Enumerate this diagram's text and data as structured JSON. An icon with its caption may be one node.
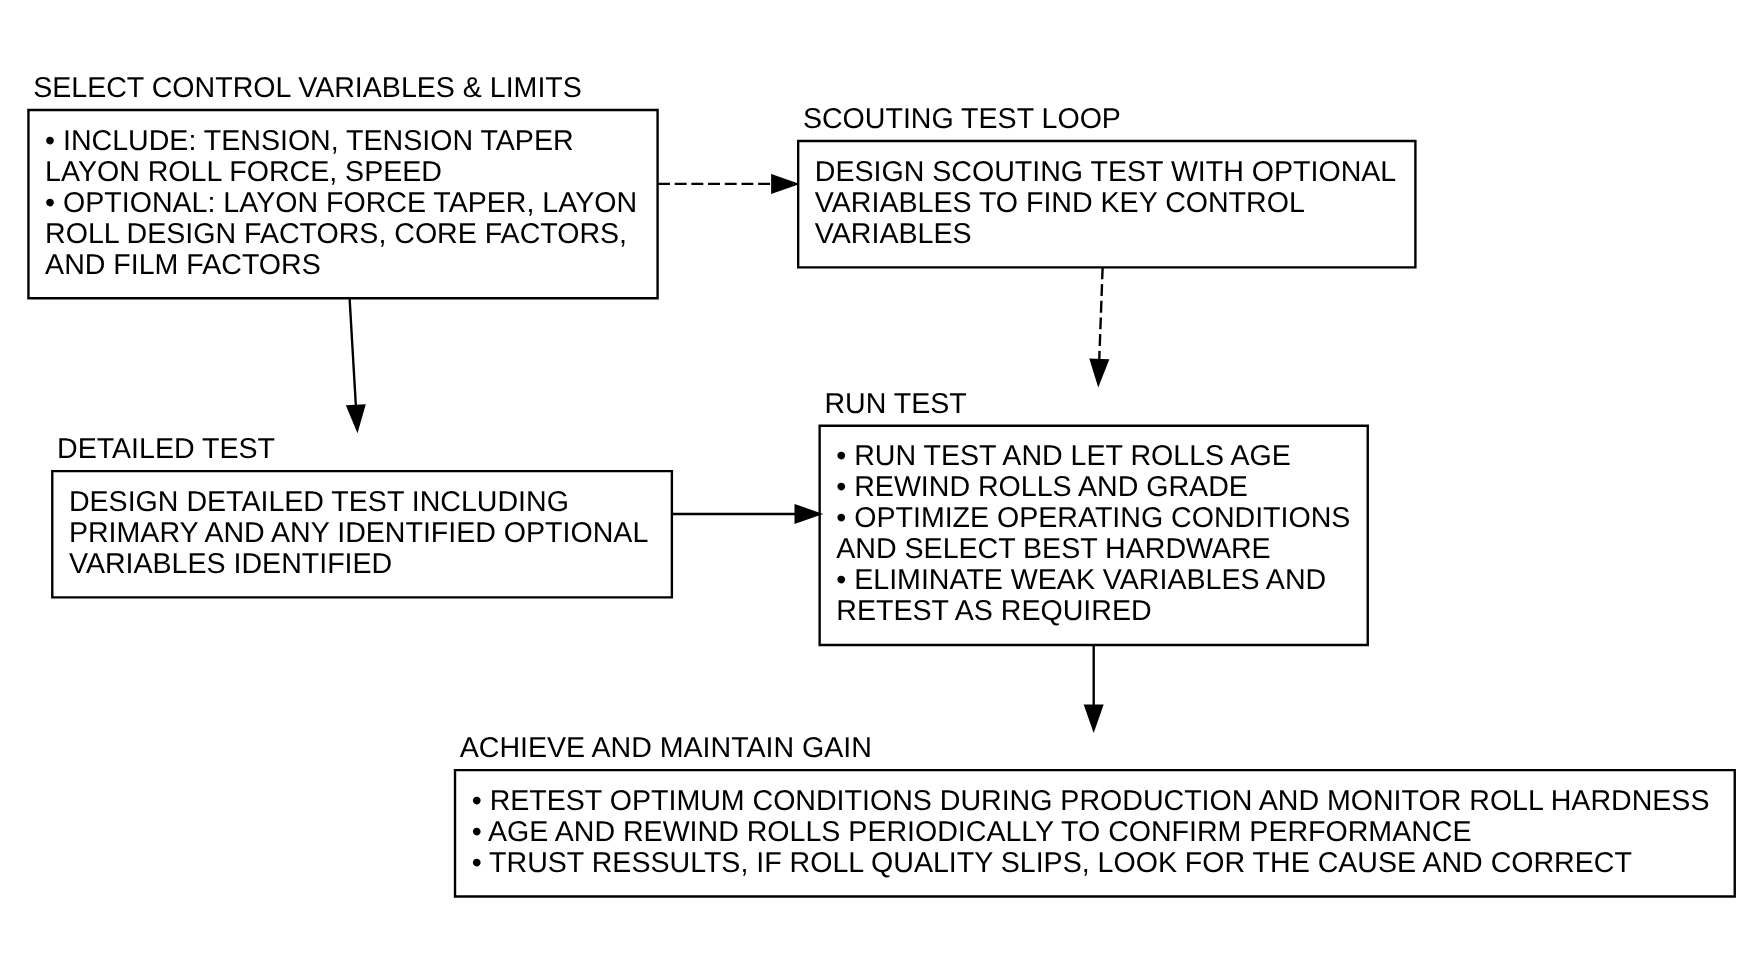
{
  "diagram": {
    "nodes": [
      {
        "text": [
          "SELECT CONTROL VARIABLES & LIMITS",
          "• INCLUDE: TENSION, TENSION TAPER LAYON ROLL FORCE, SPEED",
          "• OPTIONAL: LAYON FORCE TAPER, LAYON ROLL DESIGN FACTORS, CORE FACTORS, AND FILM FACTORS"
        ]
      },
      {
        "text": [
          "SCOUTING TEST LOOP",
          "DESIGN SCOUTING TEST WITH OPTIONAL VARIABLES TO FIND KEY CONTROL VARIABLES"
        ]
      },
      {
        "text": [
          "DETAILED TEST",
          "DESIGN DETAILED TEST INCLUDING PRIMARY AND ANY IDENTIFIED OPTIONAL VARIABLES IDENTIFIED"
        ]
      },
      {
        "text": [
          "RUN TEST",
          "• RUN TEST AND LET ROLLS AGE",
          "• REWIND ROLLS AND GRADE",
          "• OPTIMIZE OPERATING CONDITIONS AND SELECT BEST HARDWARE",
          "• ELIMINATE WEAK VARIABLES AND RETEST AS REQUIRED"
        ]
      },
      {
        "text": [
          "ACHIEVE AND MAINTAIN GAIN",
          "• RETEST OPTIMUM CONDITIONS DURING PRODUCTION AND MONITOR ROLL HARDNESS",
          "• AGE AND REWIND ROLLS PERIODICALLY TO CONFIRM PERFORMANCE",
          "• TRUST RESSULTS, IF ROLL QUALITY SLIPS, LOOK FOR THE CAUSE AND CORRECT"
        ]
      }
    ],
    "edges": [
      {
        "from": 0,
        "to": 1,
        "arrow": "to",
        "style": "dashed"
      },
      {
        "from": 0,
        "to": 2,
        "arrow": "to"
      },
      {
        "from": 1,
        "to": 3,
        "arrow": "to",
        "style": "dashed"
      },
      {
        "from": 2,
        "to": 3,
        "arrow": "to"
      },
      {
        "from": 3,
        "to": 4,
        "arrow": "to"
      }
    ]
  }
}
